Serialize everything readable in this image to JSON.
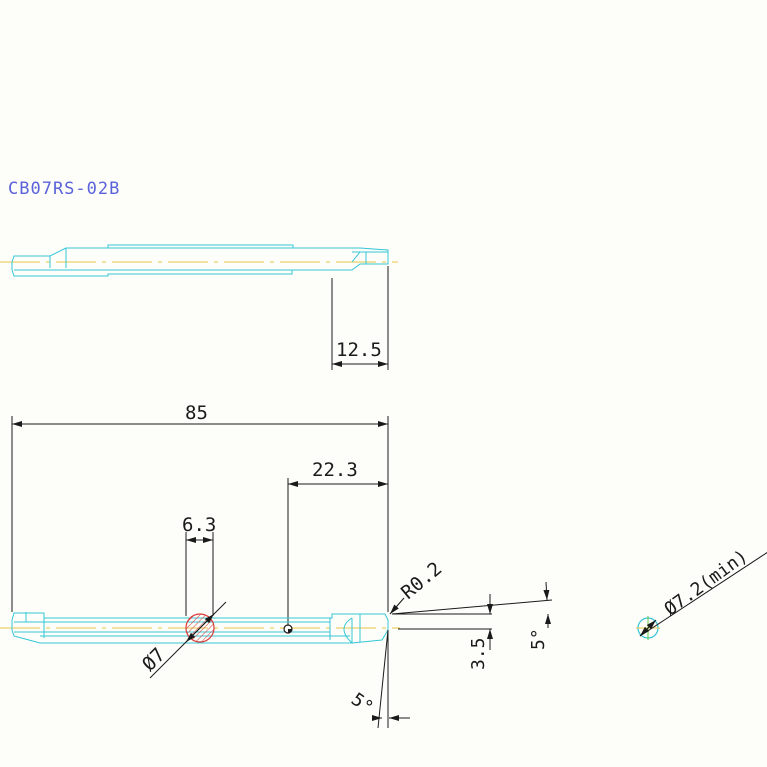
{
  "part_number": "CB07RS-02B",
  "dimensions": {
    "shank_length": "12.5",
    "overall_length": "85",
    "tip_to_hole": "22.3",
    "slot_width": "6.3",
    "hole_diameter": "Ø7",
    "corner_radius": "R0.2",
    "height": "3.5",
    "rake_angle": "5°",
    "clearance_angle": "5°",
    "min_bore": "Ø7.2(min)"
  },
  "colors": {
    "outline": "#33c6d6",
    "center_line": "#e6c84a",
    "dimension": "#1a1a1a",
    "title": "#5a63d8",
    "hatch": "#d93b3b",
    "circle_accent": "#5fc24c"
  }
}
